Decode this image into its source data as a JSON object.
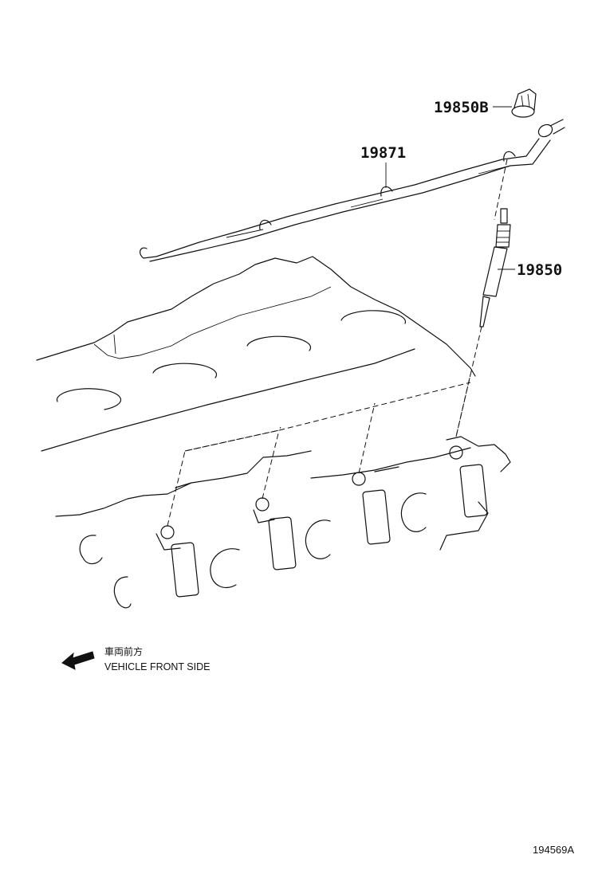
{
  "callouts": {
    "glow_plug_connector": "19850B",
    "glow_plug_bus_bar": "19871",
    "glow_plug": "19850"
  },
  "legend": {
    "label_ja": "車両前方",
    "label_en": "VEHICLE FRONT SIDE",
    "arrow_icon": "left-arrow-icon"
  },
  "figure_ref": "194569A"
}
